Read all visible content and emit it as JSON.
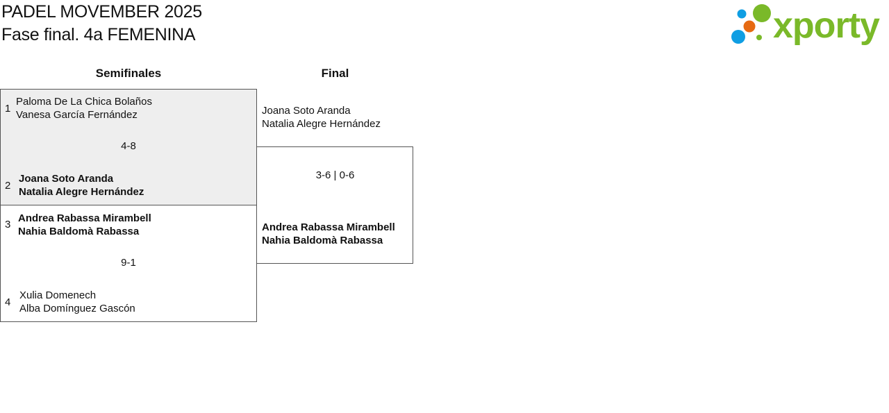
{
  "header": {
    "title_line1": "PADEL MOVEMBER 2025",
    "title_line2": "Fase final. 4a FEMENINA"
  },
  "logo": {
    "text": "xporty",
    "colors": {
      "green": "#7ab929",
      "blue": "#0f9ee3",
      "orange": "#e66a12"
    }
  },
  "columns": {
    "semis": "Semifinales",
    "final": "Final"
  },
  "semis": [
    {
      "score": "4-8",
      "teams": [
        {
          "seed": "1",
          "p1": "Paloma De La Chica Bolaños",
          "p2": "Vanesa García Fernández",
          "winner": false
        },
        {
          "seed": "2",
          "p1": "Joana Soto Aranda",
          "p2": "Natalia Alegre Hernández",
          "winner": true
        }
      ]
    },
    {
      "score": "9-1",
      "teams": [
        {
          "seed": "3",
          "p1": "Andrea Rabassa Mirambell",
          "p2": "Nahia Baldomà Rabassa",
          "winner": true
        },
        {
          "seed": "4",
          "p1": "Xulia Domenech",
          "p2": "Alba Domínguez Gascón",
          "winner": false
        }
      ]
    }
  ],
  "final": {
    "score": "3-6 | 0-6",
    "top": {
      "p1": "Joana Soto Aranda",
      "p2": "Natalia Alegre Hernández",
      "winner": false
    },
    "bottom": {
      "p1": "Andrea Rabassa Mirambell",
      "p2": "Nahia Baldomà Rabassa",
      "winner": true
    }
  },
  "colors": {
    "shade": "#eeeeee",
    "border": "#555555"
  }
}
